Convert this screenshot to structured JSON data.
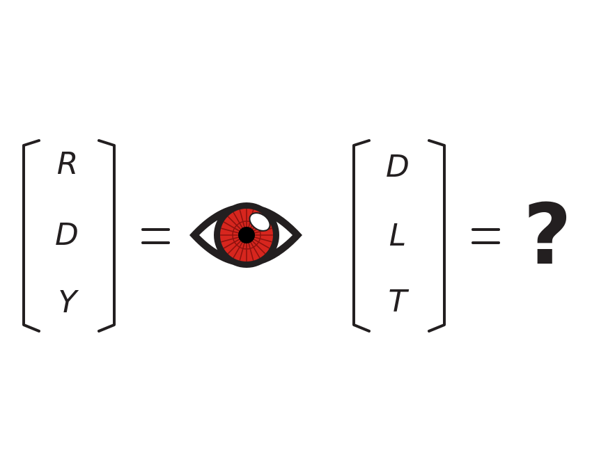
{
  "puzzle": {
    "left_matrix": [
      "R",
      "D",
      "Y"
    ],
    "right_matrix": [
      "D",
      "L",
      "T"
    ],
    "equals_symbol": "=",
    "answer_symbol": "?"
  },
  "icons": {
    "eye": "eye-icon"
  },
  "colors": {
    "ink": "#231f20",
    "iris": "#d7261e",
    "iris_dark": "#a11410",
    "background": "#ffffff"
  }
}
